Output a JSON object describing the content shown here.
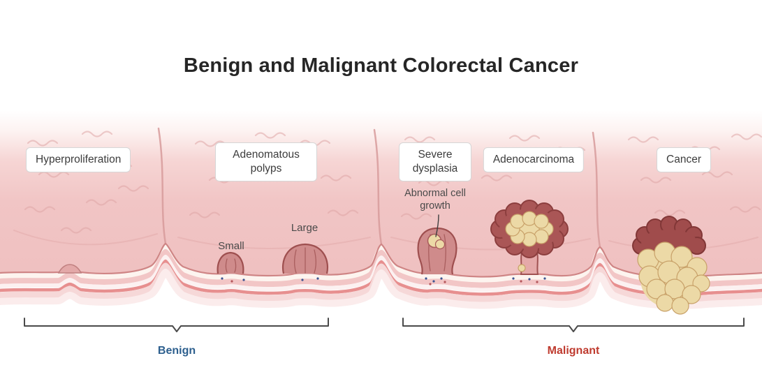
{
  "title": "Benign and Malignant Colorectal Cancer",
  "stages": {
    "hyperproliferation": {
      "label": "Hyperproliferation"
    },
    "adenomatous_polyps": {
      "label": "Adenomatous polyps"
    },
    "severe_dysplasia": {
      "label": "Severe dysplasia"
    },
    "adenocarcinoma": {
      "label": "Adenocarcinoma"
    },
    "cancer": {
      "label": "Cancer"
    }
  },
  "annotations": {
    "small": "Small",
    "large": "Large",
    "abnormal_cell_growth": "Abnormal cell growth"
  },
  "groups": {
    "benign": {
      "label": "Benign",
      "color": "#2d5f8e"
    },
    "malignant": {
      "label": "Malignant",
      "color": "#bf3b2f"
    }
  },
  "palette": {
    "tissue_pink": "#f1c5c5",
    "polyp_rose": "#cf8b8b",
    "tumor_rim": "#aa5656",
    "tumor_fill": "#ecd9a6"
  }
}
